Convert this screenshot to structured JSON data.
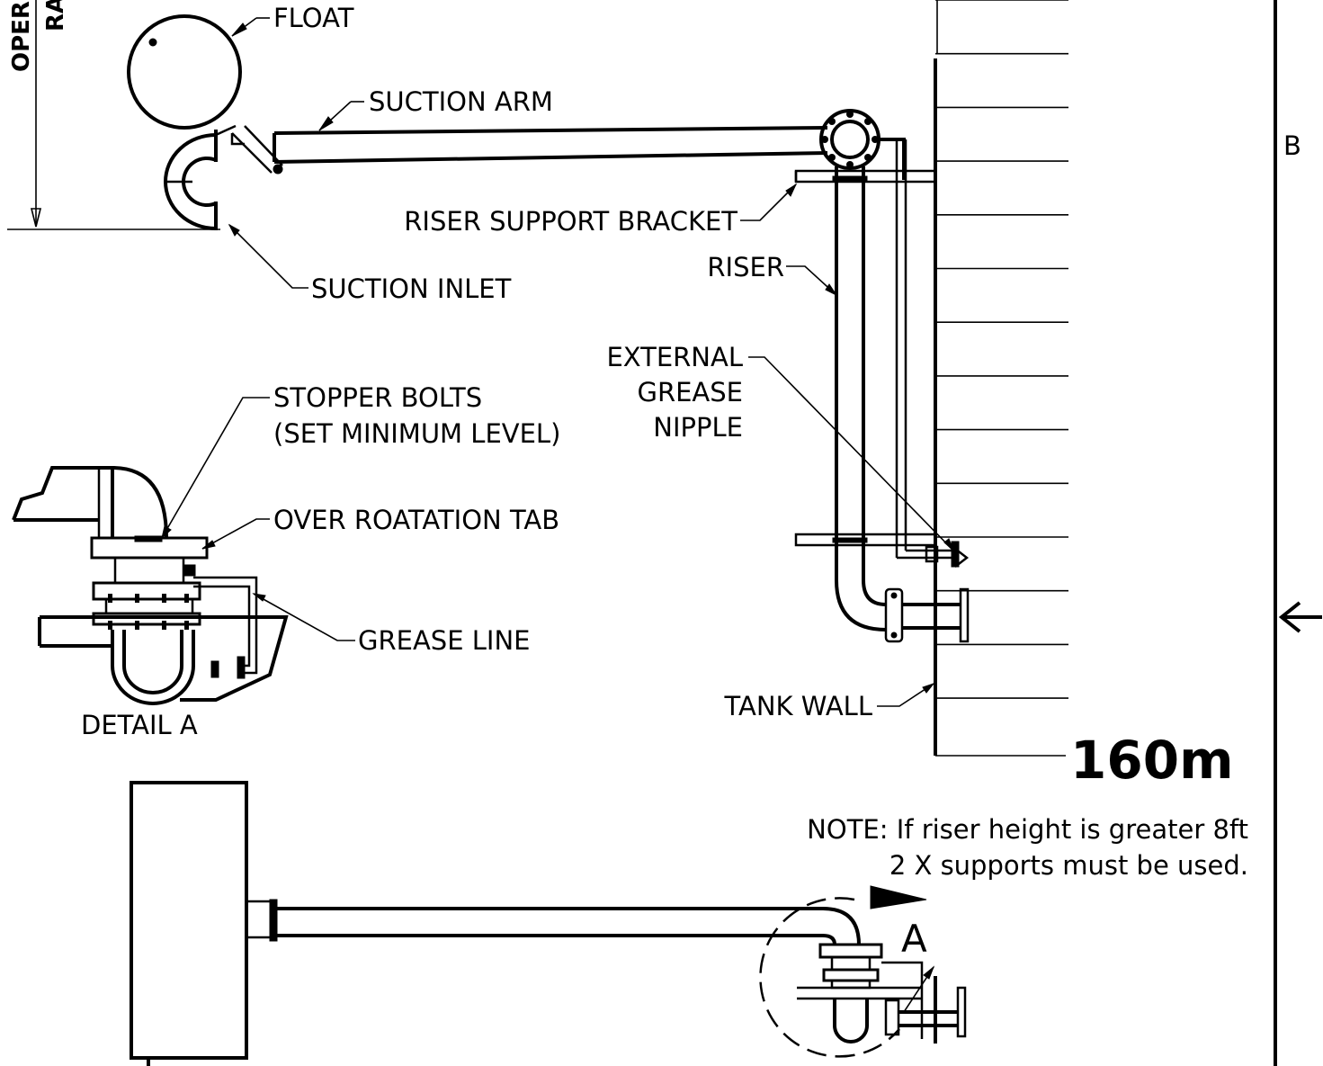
{
  "labels": {
    "float": "FLOAT",
    "suction_arm": "SUCTION ARM",
    "riser_support_bracket": "RISER SUPPORT BRACKET",
    "riser": "RISER",
    "suction_inlet": "SUCTION INLET",
    "external_grease_nipple": [
      "EXTERNAL",
      "GREASE",
      "NIPPLE"
    ],
    "stopper_bolts": [
      "STOPPER BOLTS",
      "(SET MINIMUM LEVEL)"
    ],
    "over_rotation_tab": "OVER ROATATION TAB",
    "grease_line": "GREASE LINE",
    "tank_wall": "TANK WALL",
    "detail_a": "DETAIL  A",
    "height": "160m",
    "note": [
      "NOTE: If riser height is greater 8ft",
      "2 X supports must be used."
    ],
    "detail_marker": "A",
    "section_marker": "B",
    "operating_range": [
      "OPER",
      "RA"
    ]
  },
  "tank_wall_ticks": 14
}
